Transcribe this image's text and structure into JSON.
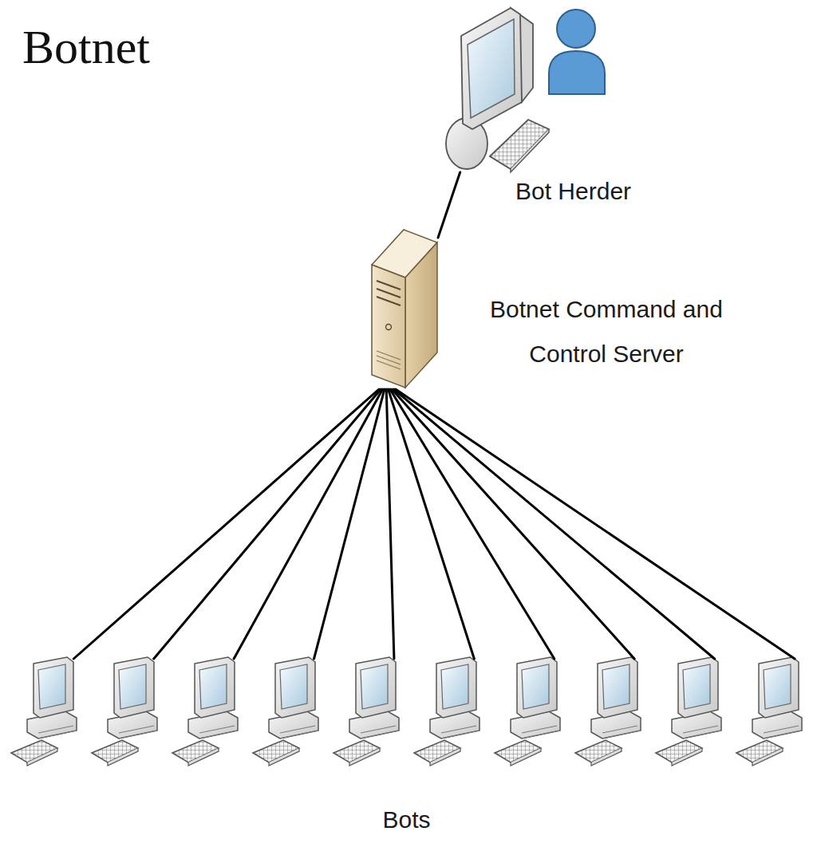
{
  "diagram": {
    "title": "Botnet",
    "nodes": [
      {
        "text": [
          "Bot Herder"
        ]
      },
      {
        "text": [
          "Botnet Command and Control Server"
        ]
      },
      {
        "text": [
          "Bots"
        ]
      }
    ],
    "edges": [
      {
        "from": 0,
        "to": 1,
        "arrow": "none"
      },
      {
        "from": 1,
        "to": 2,
        "arrow": "none"
      },
      {
        "from": 1,
        "to": 2,
        "arrow": "none"
      },
      {
        "from": 1,
        "to": 2,
        "arrow": "none"
      },
      {
        "from": 1,
        "to": 2,
        "arrow": "none"
      },
      {
        "from": 1,
        "to": 2,
        "arrow": "none"
      },
      {
        "from": 1,
        "to": 2,
        "arrow": "none"
      },
      {
        "from": 1,
        "to": 2,
        "arrow": "none"
      },
      {
        "from": 1,
        "to": 2,
        "arrow": "none"
      },
      {
        "from": 1,
        "to": 2,
        "arrow": "none"
      },
      {
        "from": 1,
        "to": 2,
        "arrow": "none"
      }
    ]
  }
}
